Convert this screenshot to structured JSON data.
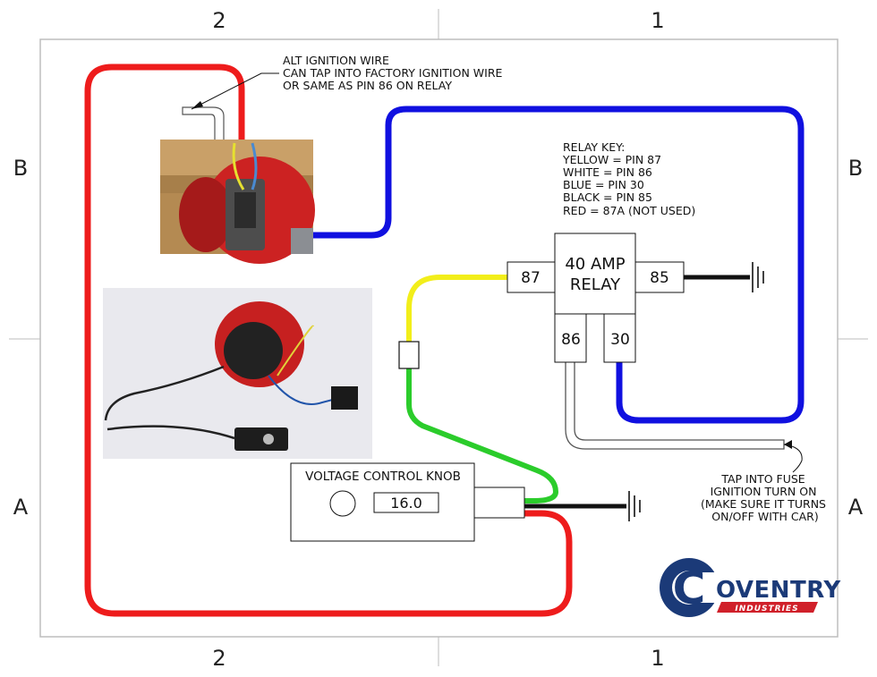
{
  "zones": {
    "top_left": "2",
    "top_right": "1",
    "bottom_left": "2",
    "bottom_right": "1",
    "left_top": "B",
    "right_top": "B",
    "left_bottom": "A",
    "right_bottom": "A"
  },
  "alt_note": [
    "ALT IGNITION WIRE",
    "CAN TAP INTO FACTORY IGNITION WIRE",
    "OR SAME AS PIN 86 ON RELAY"
  ],
  "relay_key": {
    "title": "RELAY KEY:",
    "lines": [
      "YELLOW = PIN 87",
      "WHITE = PIN 86",
      "BLUE = PIN 30",
      "BLACK = PIN 85",
      "RED = 87A (NOT USED)"
    ]
  },
  "relay": {
    "line1": "40 AMP",
    "line2": "RELAY",
    "pin87": "87",
    "pin85": "85",
    "pin86": "86",
    "pin30": "30"
  },
  "knob": {
    "title": "VOLTAGE CONTROL KNOB",
    "value": "16.0"
  },
  "tap_note": [
    "TAP INTO FUSE",
    "IGNITION TURN ON",
    "(MAKE SURE IT TURNS",
    "ON/OFF WITH CAR)"
  ],
  "logo": {
    "text": "OVENTRY",
    "sub": "INDUSTRIES"
  },
  "colors": {
    "red": "#ee1c1c",
    "blue": "#1010e0",
    "yellow": "#f2ee1a",
    "green": "#2bcc2b",
    "black": "#111111",
    "logo_blue": "#1b3a78",
    "logo_red": "#d0202a"
  }
}
